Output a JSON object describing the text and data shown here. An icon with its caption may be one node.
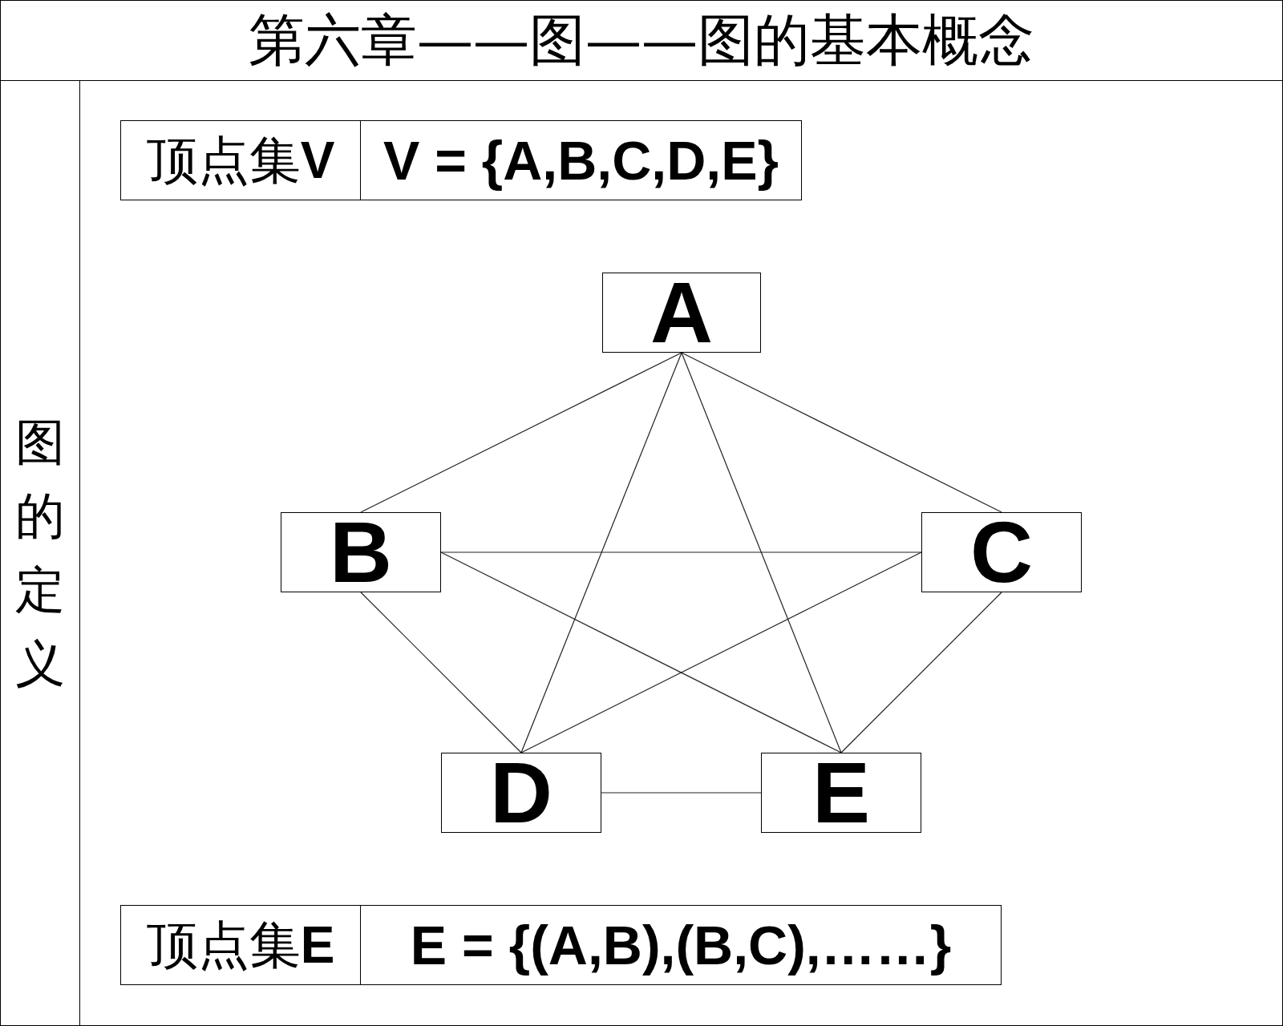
{
  "diagram": {
    "title": "第六章——图——图的基本概念",
    "nodes": [
      {
        "text": [
          "A"
        ]
      },
      {
        "text": [
          "B"
        ]
      },
      {
        "text": [
          "C"
        ]
      },
      {
        "text": [
          "D"
        ]
      },
      {
        "text": [
          "E"
        ]
      }
    ],
    "edges": [
      {
        "from": 0,
        "to": 1,
        "arrow": "none"
      },
      {
        "from": 0,
        "to": 2,
        "arrow": "none"
      },
      {
        "from": 0,
        "to": 3,
        "arrow": "none"
      },
      {
        "from": 0,
        "to": 4,
        "arrow": "none"
      },
      {
        "from": 1,
        "to": 2,
        "arrow": "none"
      },
      {
        "from": 1,
        "to": 3,
        "arrow": "none"
      },
      {
        "from": 1,
        "to": 4,
        "arrow": "none"
      },
      {
        "from": 2,
        "to": 3,
        "arrow": "none"
      },
      {
        "from": 2,
        "to": 4,
        "arrow": "none"
      },
      {
        "from": 3,
        "to": 4,
        "arrow": "none"
      }
    ],
    "labels": [
      "图的定义",
      "顶点集**V**",
      "V = {A,B,C,D,E}",
      "顶点集**E**",
      "E = {(A,B),(B,C),……}"
    ]
  }
}
